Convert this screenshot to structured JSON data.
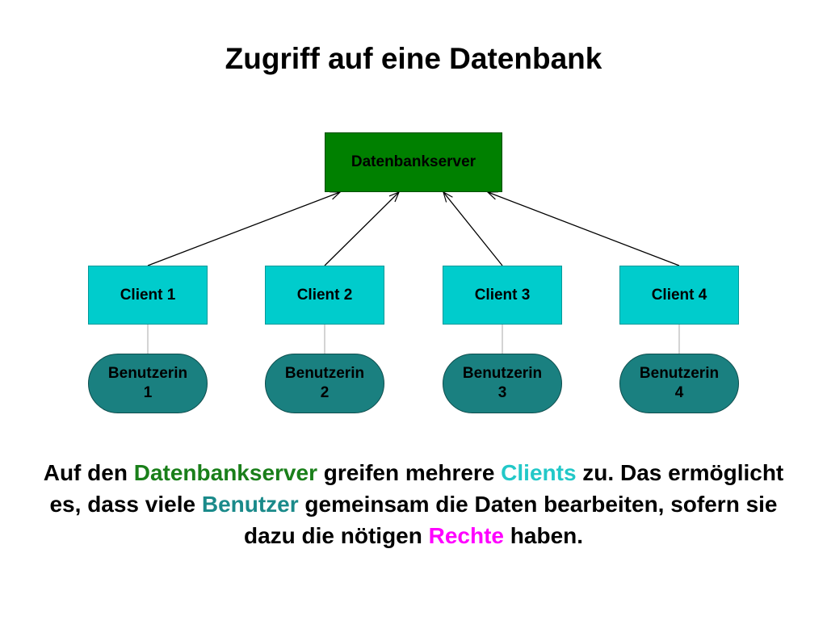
{
  "title": "Zugriff auf eine Datenbank",
  "server": {
    "label": "Datenbankserver",
    "color": "#008000"
  },
  "clients": [
    {
      "label": "Client 1",
      "user": "Benutzerin 1"
    },
    {
      "label": "Client 2",
      "user": "Benutzerin 2"
    },
    {
      "label": "Client 3",
      "user": "Benutzerin 3"
    },
    {
      "label": "Client 4",
      "user": "Benutzerin 4"
    }
  ],
  "colors": {
    "client": "#00cccc",
    "user": "#1a8080",
    "highlight_server": "#1a7f1a",
    "highlight_clients": "#22c8c8",
    "highlight_users": "#1a8a8a",
    "highlight_rights": "#ff00ff"
  },
  "caption": {
    "p1": "Auf den ",
    "h1": "Datenbankserver",
    "p2": " greifen mehrere ",
    "h2": "Clients",
    "p3": " zu. Das ermöglicht es, dass viele ",
    "h3": "Benutzer",
    "p4": " gemeinsam die Daten bearbeiten, sofern sie dazu die nötigen ",
    "h4": "Rechte",
    "p5": " haben."
  }
}
